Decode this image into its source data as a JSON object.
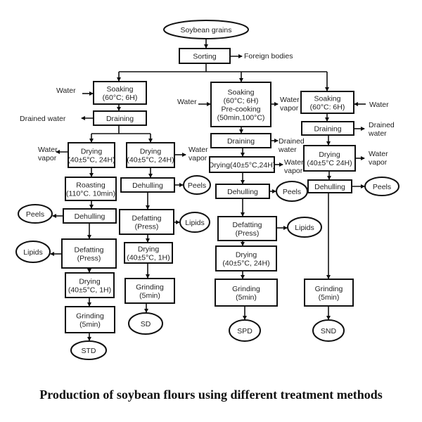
{
  "caption": "Production of soybean flours using different treatment methods",
  "nodes": {
    "soybean_grains": [
      "Soybean grains"
    ],
    "sorting": [
      "Sorting"
    ],
    "foreign_bodies": [
      "Foreign bodies"
    ],
    "std_water_in": [
      "Water"
    ],
    "std_soaking": [
      "Soaking",
      "(60°C; 6H)"
    ],
    "std_drained_water": [
      "Drained water"
    ],
    "std_draining": [
      "Draining"
    ],
    "std_water_vapor": [
      "Water",
      "vapor"
    ],
    "std_drying1": [
      "Drying",
      "(40±5°C, 24H)"
    ],
    "std_roasting": [
      "Roasting",
      "(110°C. 10min)"
    ],
    "std_peels": [
      "Peels"
    ],
    "std_dehulling": [
      "Dehulling"
    ],
    "std_lipids": [
      "Lipids"
    ],
    "std_defatting": [
      "Defatting",
      "(Press)"
    ],
    "std_drying2": [
      "Drying",
      "(40±5°C, 1H)"
    ],
    "std_grinding": [
      "Grinding",
      "(5min)"
    ],
    "std_product": [
      "STD"
    ],
    "sd_drying1": [
      "Drying",
      "(40±5°C, 24H)"
    ],
    "sd_water_vapor": [
      "Water",
      "vapor"
    ],
    "sd_dehulling": [
      "Dehulling"
    ],
    "sd_peels": [
      "Peels"
    ],
    "sd_defatting": [
      "Defatting",
      "(Press)"
    ],
    "sd_lipids": [
      "Lipids"
    ],
    "sd_drying2": [
      "Drying",
      "(40±5°C, 1H)"
    ],
    "sd_grinding": [
      "Grinding",
      "(5min)"
    ],
    "sd_product": [
      "SD"
    ],
    "spd_water_in": [
      "Water"
    ],
    "spd_soaking": [
      "Soaking",
      "(60°C; 6H)",
      "Pre-cooking",
      "(50min,100°C)"
    ],
    "spd_water_vapor1": [
      "Water",
      "vapor"
    ],
    "spd_draining": [
      "Draining"
    ],
    "spd_drained_water": [
      "Drained",
      "water"
    ],
    "spd_drying1": [
      "Drying(40±5°C,24H)"
    ],
    "spd_water_vapor2": [
      "Water",
      "vapor"
    ],
    "spd_dehulling": [
      "Dehulling"
    ],
    "spd_peels": [
      "Peels"
    ],
    "spd_defatting": [
      "Defatting",
      "(Press)"
    ],
    "spd_lipids": [
      "Lipids"
    ],
    "spd_drying2": [
      "Drying",
      "(40±5°C, 24H)"
    ],
    "spd_grinding": [
      "Grinding",
      "(5min)"
    ],
    "spd_product": [
      "SPD"
    ],
    "snd_soaking": [
      "Soaking",
      "(60°C: 6H)"
    ],
    "snd_water_in": [
      "Water"
    ],
    "snd_draining": [
      "Draining"
    ],
    "snd_drained_water": [
      "Drained",
      "water"
    ],
    "snd_drying": [
      "Drying",
      "(40±5°C 24H)"
    ],
    "snd_water_vapor": [
      "Water",
      "vapor"
    ],
    "snd_dehulling": [
      "Dehulling"
    ],
    "snd_peels": [
      "Peels"
    ],
    "snd_grinding": [
      "Grinding",
      "(5min)"
    ],
    "snd_product": [
      "SND"
    ]
  }
}
